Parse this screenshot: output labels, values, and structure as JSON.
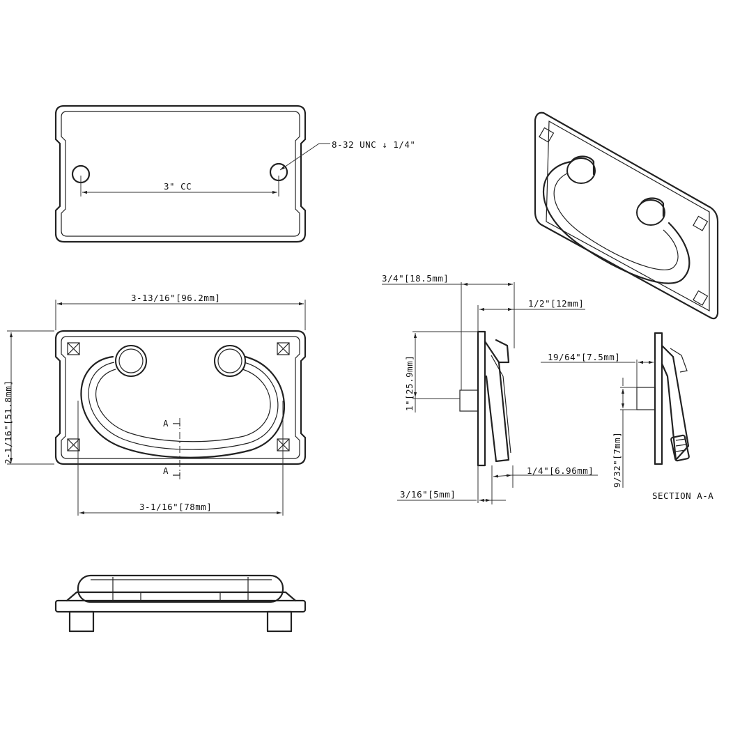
{
  "dimensions": {
    "thread_callout": "8-32 UNC ↓ 1/4\"",
    "cc_spacing": "3\" CC",
    "overall_length": "3-13/16\"[96.2mm]",
    "overall_height": "2-1/16\"[51.8mm]",
    "bail_span": "3-1/16\"[78mm]",
    "projection": "3/4\"[18.5mm]",
    "bail_width": "1/2\"[12mm]",
    "post_height": "1\"[25.9mm]",
    "bail_thickness": "1/4\"[6.96mm]",
    "plate_thickness": "3/16\"[5mm]",
    "section_depth": "19/64\"[7.5mm]",
    "section_height": "9/32\"[7mm]"
  },
  "labels": {
    "section_mark_top": "A",
    "section_mark_bottom": "A",
    "section_title": "SECTION A-A"
  }
}
